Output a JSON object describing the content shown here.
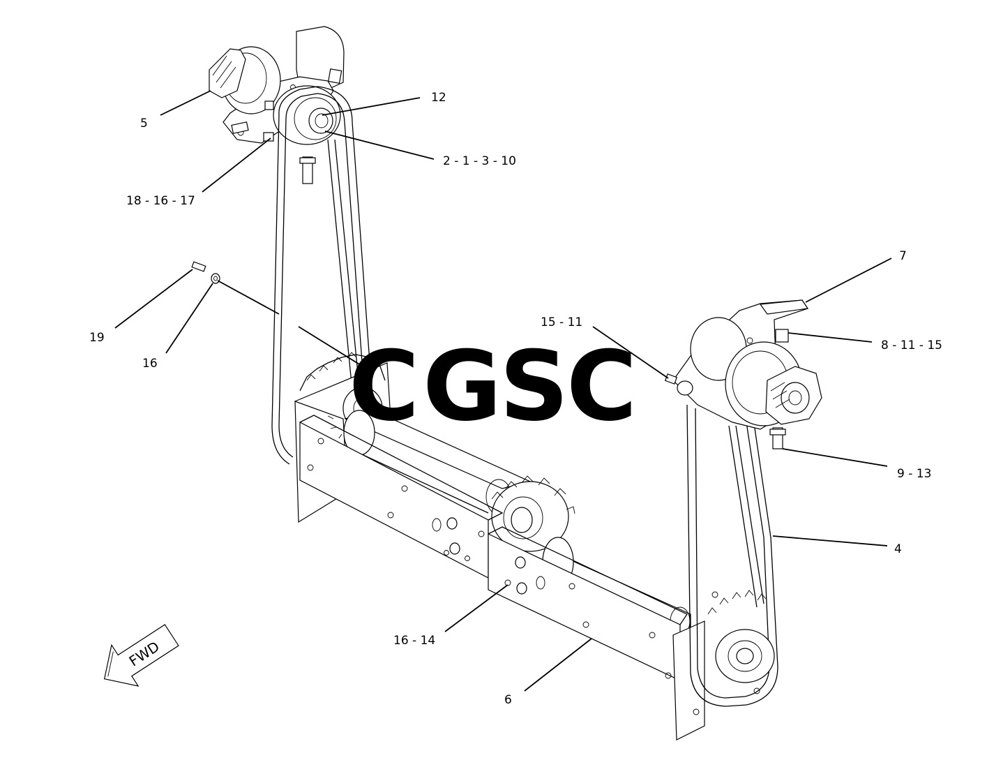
{
  "diagram": {
    "callouts": [
      {
        "id": "c5",
        "text": "5"
      },
      {
        "id": "c12",
        "text": "12"
      },
      {
        "id": "c2",
        "text": "2 - 1 - 3 - 10"
      },
      {
        "id": "c18",
        "text": "18 - 16 - 17"
      },
      {
        "id": "c7",
        "text": "7"
      },
      {
        "id": "c15",
        "text": "15 - 11"
      },
      {
        "id": "c8",
        "text": "8 - 11 - 15"
      },
      {
        "id": "c19",
        "text": "19"
      },
      {
        "id": "c16",
        "text": "16"
      },
      {
        "id": "c9",
        "text": "9 - 13"
      },
      {
        "id": "c4",
        "text": "4"
      },
      {
        "id": "c1614",
        "text": "16 - 14"
      },
      {
        "id": "c6",
        "text": "6"
      }
    ],
    "direction_arrow": "FWD"
  },
  "watermark": {
    "letters": [
      "C",
      "G",
      "S",
      "C"
    ],
    "colors": [
      "#5b8ff9",
      "#f4837d",
      "#fdd26e",
      "#62b98a"
    ]
  }
}
